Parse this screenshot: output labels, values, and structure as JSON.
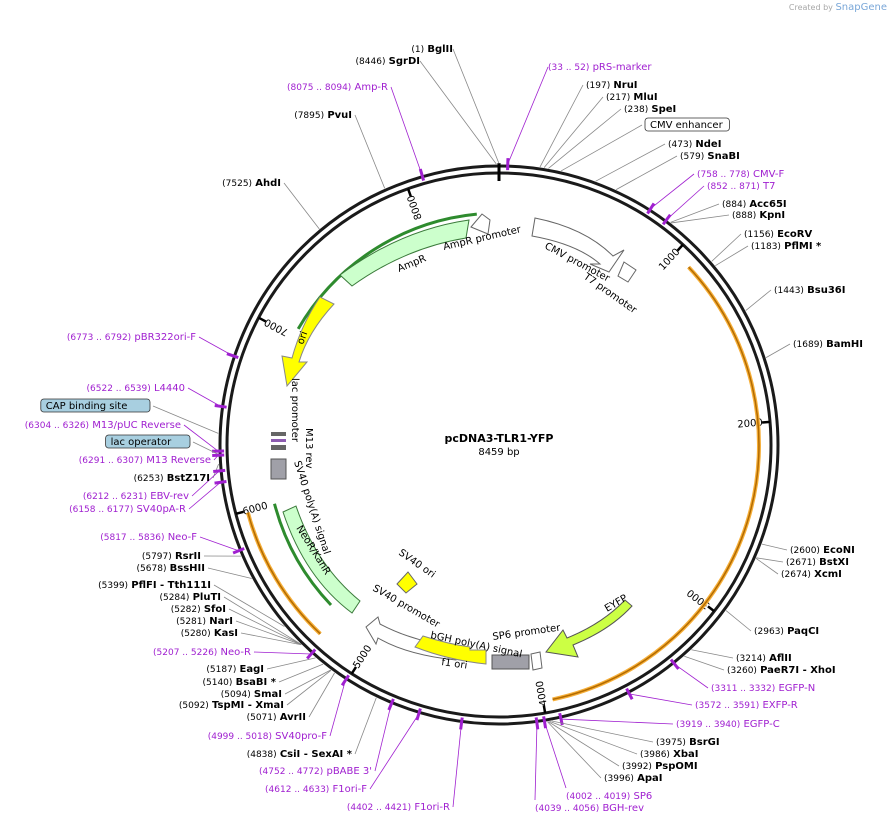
{
  "credit": {
    "created_by": "Created by",
    "brand": "SnapGene"
  },
  "plasmid": {
    "name": "pcDNA3-TLR1-YFP",
    "size": "8459 bp",
    "length": 8459
  },
  "ticks": [
    "1000",
    "2000",
    "3000",
    "4000",
    "5000",
    "6000",
    "7000",
    "8000"
  ],
  "colors": {
    "enzyme": "#000000",
    "primer": "#a020d0",
    "leader": "#888888",
    "orange": "#f5a623",
    "green": "#2e8b2e",
    "yellow": "#ffff00",
    "backbone": "#1a1a1a"
  },
  "features": [
    {
      "name": "AmpR promoter",
      "color": "#ffffff"
    },
    {
      "name": "AmpR",
      "color": "#ccffcc"
    },
    {
      "name": "CMV promoter",
      "color": "#ffffff"
    },
    {
      "name": "T7 promoter",
      "color": "#ffffff"
    },
    {
      "name": "ori",
      "color": "#ffff00"
    },
    {
      "name": "lac promoter",
      "color": "#ffffff"
    },
    {
      "name": "M13 rev",
      "color": "#ffffff"
    },
    {
      "name": "SV40 poly(A) signal",
      "color": "#a0a0a8"
    },
    {
      "name": "NeoR/KanR",
      "color": "#ccffcc"
    },
    {
      "name": "SV40 ori",
      "color": "#ffff00"
    },
    {
      "name": "SV40 promoter",
      "color": "#ffffff"
    },
    {
      "name": "f1 ori",
      "color": "#ffff00"
    },
    {
      "name": "bGH poly(A) signal",
      "color": "#a0a0a8"
    },
    {
      "name": "SP6 promoter",
      "color": "#ffffff"
    },
    {
      "name": "EYFP",
      "color": "#ccff44"
    }
  ],
  "labels": {
    "left": [
      {
        "pos": "(8075 .. 8094)",
        "name": "Amp-R",
        "kind": "primer"
      },
      {
        "pos": "(7895)",
        "name": "PvuI",
        "kind": "enzyme"
      },
      {
        "pos": "(7525)",
        "name": "AhdI",
        "kind": "enzyme"
      },
      {
        "pos": "(6773 .. 6792)",
        "name": "pBR322ori-F",
        "kind": "primer"
      },
      {
        "pos": "(6522 .. 6539)",
        "name": "L4440",
        "kind": "primer"
      },
      {
        "pos": "",
        "name": "CAP binding site",
        "kind": "box"
      },
      {
        "pos": "(6304 .. 6326)",
        "name": "M13/pUC Reverse",
        "kind": "primer"
      },
      {
        "pos": "",
        "name": "lac operator",
        "kind": "box"
      },
      {
        "pos": "(6291 .. 6307)",
        "name": "M13 Reverse",
        "kind": "primer"
      },
      {
        "pos": "(6253)",
        "name": "BstZ17I",
        "kind": "enzyme"
      },
      {
        "pos": "(6212 .. 6231)",
        "name": "EBV-rev",
        "kind": "primer"
      },
      {
        "pos": "(6158 .. 6177)",
        "name": "SV40pA-R",
        "kind": "primer"
      },
      {
        "pos": "(5817 .. 5836)",
        "name": "Neo-F",
        "kind": "primer"
      },
      {
        "pos": "(5797)",
        "name": "RsrII",
        "kind": "enzyme"
      },
      {
        "pos": "(5678)",
        "name": "BssHII",
        "kind": "enzyme"
      },
      {
        "pos": "(5399)",
        "name": "PflFI  - Tth111I",
        "kind": "enzyme"
      },
      {
        "pos": "(5284)",
        "name": "PluTI",
        "kind": "enzyme"
      },
      {
        "pos": "(5282)",
        "name": "SfoI",
        "kind": "enzyme"
      },
      {
        "pos": "(5281)",
        "name": "NarI",
        "kind": "enzyme"
      },
      {
        "pos": "(5280)",
        "name": "KasI",
        "kind": "enzyme"
      },
      {
        "pos": "(5207 .. 5226)",
        "name": "Neo-R",
        "kind": "primer"
      },
      {
        "pos": "(5187)",
        "name": "EagI",
        "kind": "enzyme"
      },
      {
        "pos": "(5140)",
        "name": "BsaBI *",
        "kind": "enzyme"
      },
      {
        "pos": "(5094)",
        "name": "SmaI",
        "kind": "enzyme"
      },
      {
        "pos": "(5092)",
        "name": "TspMI   - XmaI",
        "kind": "enzyme"
      },
      {
        "pos": "(5071)",
        "name": "AvrII",
        "kind": "enzyme"
      },
      {
        "pos": "(4999 .. 5018)",
        "name": "SV40pro-F",
        "kind": "primer"
      },
      {
        "pos": "(4838)",
        "name": "CsiI   - SexAI *",
        "kind": "enzyme"
      },
      {
        "pos": "(4752 .. 4772)",
        "name": "pBABE 3'",
        "kind": "primer"
      },
      {
        "pos": "(4612 .. 4633)",
        "name": "F1ori-F",
        "kind": "primer"
      },
      {
        "pos": "(4402 .. 4421)",
        "name": "F1ori-R",
        "kind": "primer"
      }
    ],
    "top": [
      {
        "pos": "(1)",
        "name": "BglII",
        "kind": "enzyme"
      },
      {
        "pos": "(8446)",
        "name": "SgrDI",
        "kind": "enzyme"
      },
      {
        "pos": "(33 .. 52)",
        "name": "pRS-marker",
        "kind": "primer"
      }
    ],
    "right": [
      {
        "pos": "(197)",
        "name": "NruI",
        "kind": "enzyme"
      },
      {
        "pos": "(217)",
        "name": "MluI",
        "kind": "enzyme"
      },
      {
        "pos": "(238)",
        "name": "SpeI",
        "kind": "enzyme"
      },
      {
        "pos": "",
        "name": "CMV enhancer",
        "kind": "whitebox"
      },
      {
        "pos": "(473)",
        "name": "NdeI",
        "kind": "enzyme"
      },
      {
        "pos": "(579)",
        "name": "SnaBI",
        "kind": "enzyme"
      },
      {
        "pos": "(758 .. 778)",
        "name": "CMV-F",
        "kind": "primer"
      },
      {
        "pos": "(852 .. 871)",
        "name": "T7",
        "kind": "primer"
      },
      {
        "pos": "(884)",
        "name": "Acc65I",
        "kind": "enzyme"
      },
      {
        "pos": "(888)",
        "name": "KpnI",
        "kind": "enzyme"
      },
      {
        "pos": "(1156)",
        "name": "EcoRV",
        "kind": "enzyme"
      },
      {
        "pos": "(1183)",
        "name": "PflMI *",
        "kind": "enzyme"
      },
      {
        "pos": "(1443)",
        "name": "Bsu36I",
        "kind": "enzyme"
      },
      {
        "pos": "(1689)",
        "name": "BamHI",
        "kind": "enzyme"
      },
      {
        "pos": "(2600)",
        "name": "EcoNI",
        "kind": "enzyme"
      },
      {
        "pos": "(2671)",
        "name": "BstXI",
        "kind": "enzyme"
      },
      {
        "pos": "(2674)",
        "name": "XcmI",
        "kind": "enzyme"
      },
      {
        "pos": "(2963)",
        "name": "PaqCI",
        "kind": "enzyme"
      },
      {
        "pos": "(3214)",
        "name": "AflII",
        "kind": "enzyme"
      },
      {
        "pos": "(3260)",
        "name": "PaeR7I  - XhoI",
        "kind": "enzyme"
      },
      {
        "pos": "(3311 .. 3332)",
        "name": "EGFP-N",
        "kind": "primer"
      },
      {
        "pos": "(3572 .. 3591)",
        "name": "EXFP-R",
        "kind": "primer"
      },
      {
        "pos": "(3919 .. 3940)",
        "name": "EGFP-C",
        "kind": "primer"
      },
      {
        "pos": "(3975)",
        "name": "BsrGI",
        "kind": "enzyme"
      },
      {
        "pos": "(3986)",
        "name": "XbaI",
        "kind": "enzyme"
      },
      {
        "pos": "(3992)",
        "name": "PspOMI",
        "kind": "enzyme"
      },
      {
        "pos": "(3996)",
        "name": "ApaI",
        "kind": "enzyme"
      }
    ],
    "bottom": [
      {
        "pos": "(4002 .. 4019)",
        "name": "SP6",
        "kind": "primer"
      },
      {
        "pos": "(4039 .. 4056)",
        "name": "BGH-rev",
        "kind": "primer"
      }
    ]
  }
}
